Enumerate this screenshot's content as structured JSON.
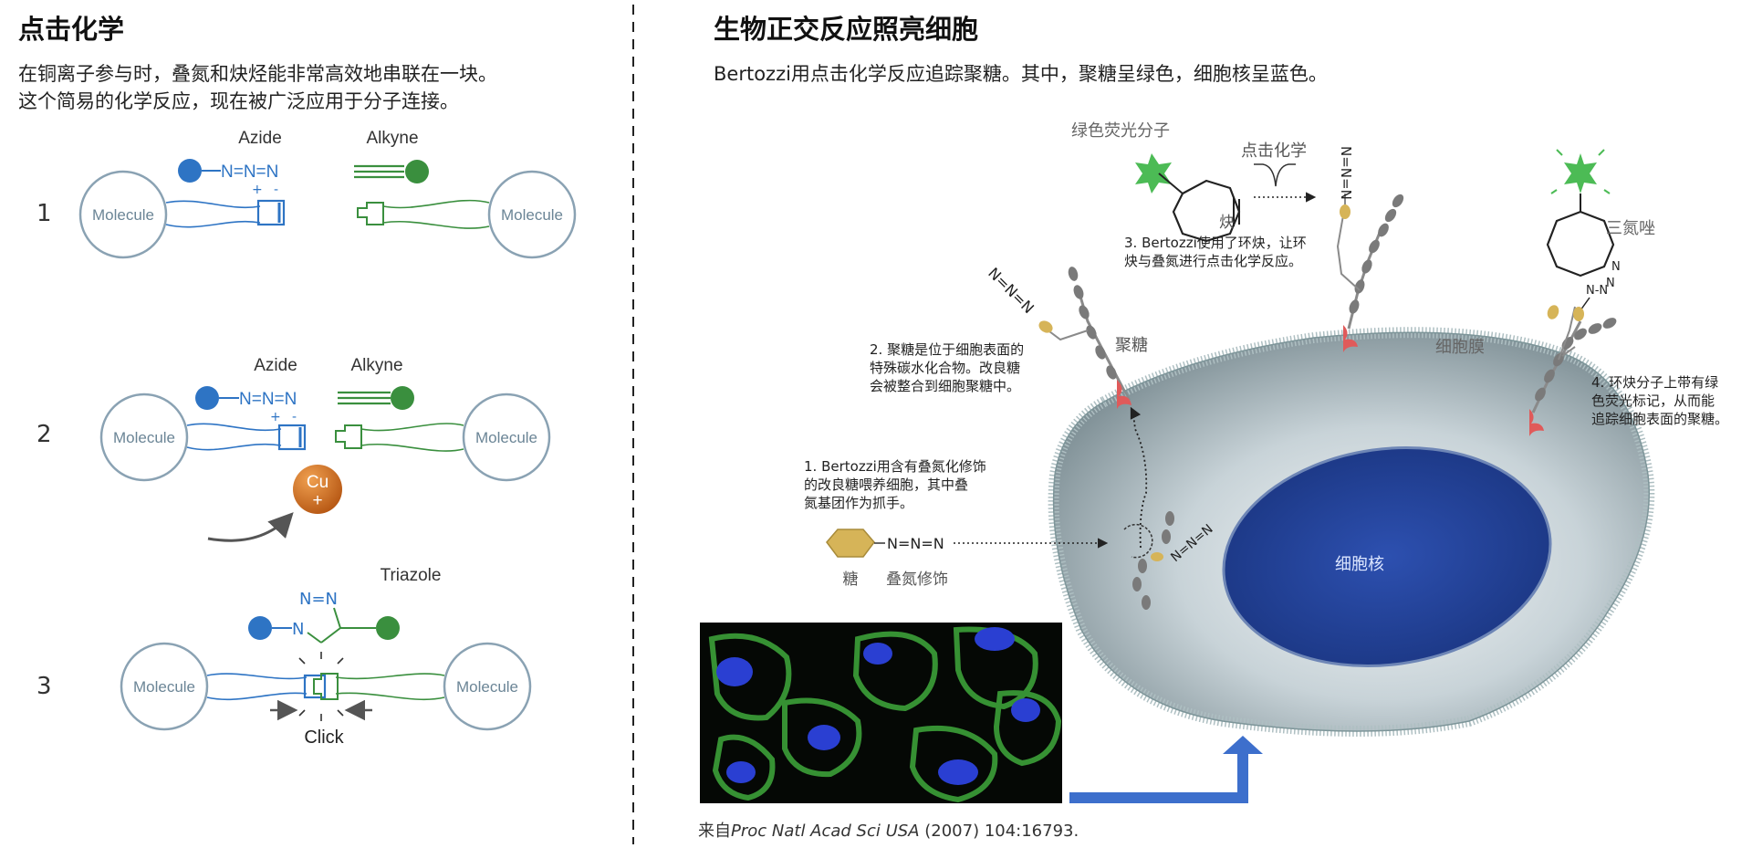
{
  "left": {
    "title": "点击化学",
    "desc_line1": "在铜离子参与时，叠氮和炔烃能非常高效地串联在一块。",
    "desc_line2": "这个简易的化学反应，现在被广泛应用于分子连接。",
    "molecule_label": "Molecule",
    "azide_label": "Azide",
    "alkyne_label": "Alkyne",
    "azide_formula": "N=N=N",
    "charge_plus": "+",
    "charge_minus": "-",
    "cu_symbol": "Cu",
    "triazole_label": "Triazole",
    "triazole_n": "N",
    "triazole_nn": "N=N",
    "click_label": "Click",
    "steps": [
      "1",
      "2",
      "3"
    ]
  },
  "right": {
    "title": "生物正交反应照亮细胞",
    "subtitle": "Bertozzi用点击化学反应追踪聚糖。其中，聚糖呈绿色，细胞核呈蓝色。",
    "green_fluor_label": "绿色荧光分子",
    "click_chem_label": "点击化学",
    "alkyne_char": "炔",
    "triazole_cn": "三氮唑",
    "glycan_label": "聚糖",
    "membrane_label": "细胞膜",
    "nucleus_label": "细胞核",
    "sugar_label": "糖",
    "azide_mod_label": "叠氮修饰",
    "azide_formula": "N=N=N",
    "vertical_azide": "N=N=N",
    "step1_lines": [
      "1. Bertozzi用含有叠氮化修饰",
      "的改良糖喂养细胞，其中叠",
      "氮基团作为抓手。"
    ],
    "step2_lines": [
      "2. 聚糖是位于细胞表面的",
      "特殊碳水化合物。改良糖",
      "会被整合到细胞聚糖中。"
    ],
    "step3_lines": [
      "3. Bertozzi使用了环炔，让环",
      "炔与叠氮进行点击化学反应。"
    ],
    "step4_lines": [
      "4. 环炔分子上带有绿",
      "色荧光标记，从而能",
      "追踪细胞表面的聚糖。"
    ],
    "citation_prefix": "来自",
    "citation_journal": "Proc Natl Acad Sci USA",
    "citation_rest": " (2007) 104:16793."
  },
  "colors": {
    "azide_blue": "#2e74c4",
    "alkyne_green": "#3a8f3e",
    "molecule_stroke": "#8aa2b3",
    "cu_orange": "#c8641c",
    "nucleus_blue": "#1f3f94",
    "arrow_blue": "#3d6fcc",
    "sugar_gold": "#d6b458",
    "fluor_green": "#4cbb55",
    "anchor_red": "#e05a5a"
  }
}
